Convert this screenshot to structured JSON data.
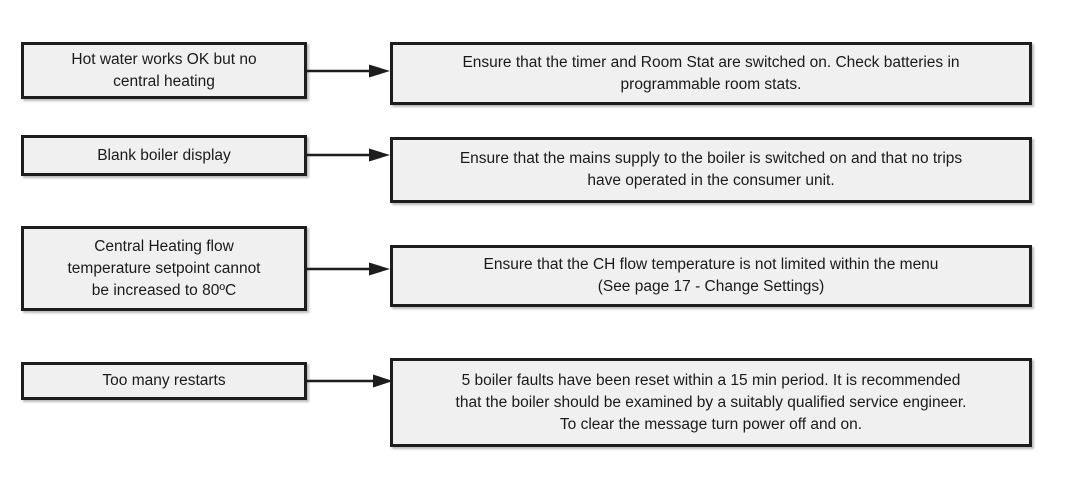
{
  "diagram": {
    "type": "fault-finding-flow-table",
    "colors": {
      "background": "#ffffff",
      "node_fill": "#f0f0f1",
      "node_border": "#1d1d1d",
      "text": "#1a1a1a",
      "arrow": "#1d1d1d"
    },
    "rows": [
      {
        "symptom": "Hot water works OK but no\ncentral heating",
        "action": "Ensure that the timer and Room Stat are switched on.  Check batteries in\nprogrammable room stats.",
        "connector_icon": "arrow-right-icon"
      },
      {
        "symptom": "Blank boiler display",
        "action": "Ensure that the mains supply to the boiler is switched on and that no trips\nhave operated in the consumer unit.",
        "connector_icon": "arrow-right-icon"
      },
      {
        "symptom": "Central Heating flow\ntemperature setpoint cannot\nbe increased to 80ºC",
        "action": "Ensure that the CH flow temperature is not limited within the menu\n(See page 17 - Change Settings)",
        "connector_icon": "arrow-right-icon"
      },
      {
        "symptom": "Too many restarts",
        "action": "5 boiler faults have been reset within a 15 min period.  It is recommended\nthat the boiler should be examined by a suitably qualified service engineer.\nTo clear the message turn power off and on.",
        "connector_icon": "arrow-right-icon"
      }
    ]
  }
}
